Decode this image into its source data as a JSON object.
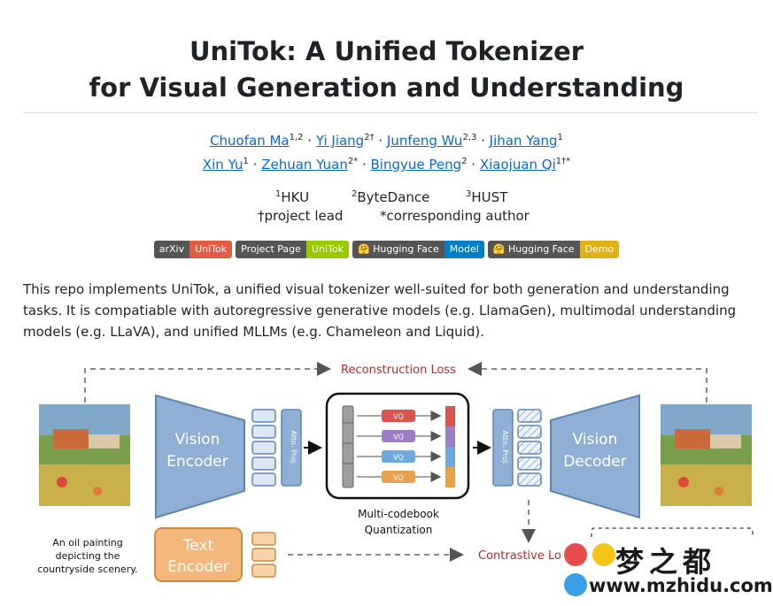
{
  "title_line1": "UniTok: A Unified Tokenizer",
  "title_line2": "for Visual Generation and Understanding",
  "authors_line1": [
    {
      "name": "Chuofan Ma",
      "sup": "1,2"
    },
    {
      "name": "Yi Jiang",
      "sup": "2†"
    },
    {
      "name": "Junfeng Wu",
      "sup": "2,3"
    },
    {
      "name": "Jihan Yang",
      "sup": "1"
    }
  ],
  "authors_line2": [
    {
      "name": "Xin Yu",
      "sup": "1"
    },
    {
      "name": "Zehuan Yuan",
      "sup": "2*"
    },
    {
      "name": "Bingyue Peng",
      "sup": "2"
    },
    {
      "name": "Xiaojuan Qi",
      "sup": "1†*"
    }
  ],
  "separator": "·",
  "affiliations": [
    {
      "sup": "1",
      "name": "HKU"
    },
    {
      "sup": "2",
      "name": "ByteDance"
    },
    {
      "sup": "3",
      "name": "HUST"
    }
  ],
  "notes": {
    "lead": "†project lead",
    "corresponding": "*corresponding author"
  },
  "badges": [
    {
      "left": "arXiv",
      "right": "UniTok",
      "color": "#e05d44",
      "icon": false
    },
    {
      "left": "Project Page",
      "right": "UniTok",
      "color": "#97ca00",
      "icon": false
    },
    {
      "left": "Hugging Face",
      "right": "Model",
      "color": "#007ec6",
      "icon": true
    },
    {
      "left": "Hugging Face",
      "right": "Demo",
      "color": "#dfb317",
      "icon": true
    }
  ],
  "description": "This repo implements UniTok, a unified visual tokenizer well-suited for both generation and understanding tasks. It is compatiable with autoregressive generative models (e.g. LlamaGen), multimodal understanding models (e.g. LLaVA), and unified MLLMs (e.g. Chameleon and Liquid).",
  "figure": {
    "reconstruction_loss": "Reconstruction Loss",
    "vision_encoder": [
      "Vision",
      "Encoder"
    ],
    "vision_decoder": [
      "Vision",
      "Decoder"
    ],
    "attn_proj": "Attn. Proj.",
    "vq": "VQ",
    "quant_label": [
      "Multi-codebook",
      "Quantization"
    ],
    "text_encoder": [
      "Text",
      "Encoder"
    ],
    "caption": [
      "An oil painting",
      "depicting the",
      "countryside scenery."
    ],
    "contrastive_loss": "Contrastive Lo",
    "colors": {
      "encoder": "#8fb0d4",
      "text_encoder": "#f3b77b",
      "loss": "#cc2222",
      "vq": [
        "#d9534f",
        "#9b7ec4",
        "#6fa8dc",
        "#e8a04a"
      ]
    }
  },
  "watermark": {
    "brand": "梦之都",
    "url": "www.mzhidu.com"
  }
}
